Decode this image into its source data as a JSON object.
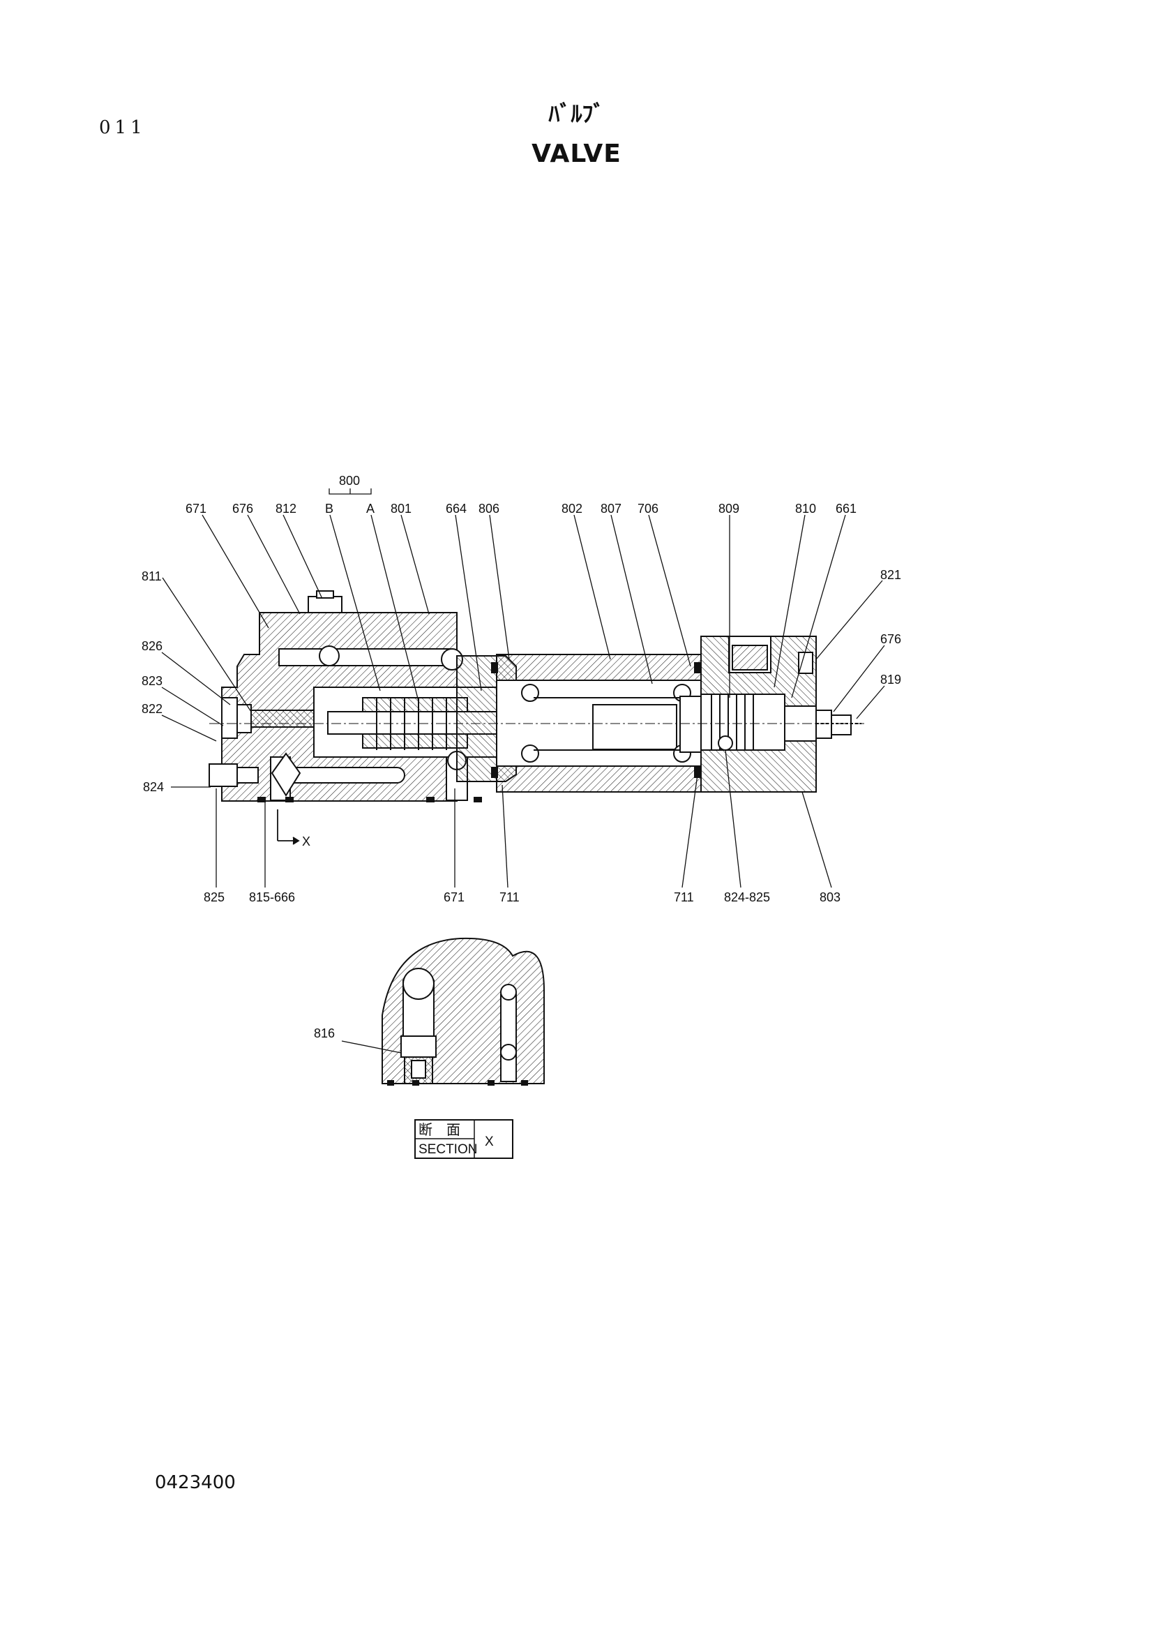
{
  "page_number": "011",
  "title_jp": "ﾊﾞﾙﾌﾞ",
  "title_en": "VALVE",
  "doc_code": "0423400",
  "part_labels": {
    "p800": "800",
    "portB": "B",
    "portA": "A",
    "p671a": "671",
    "p676a": "676",
    "p812": "812",
    "p801": "801",
    "p664": "664",
    "p806": "806",
    "p802": "802",
    "p807": "807",
    "p706": "706",
    "p809": "809",
    "p810": "810",
    "p661": "661",
    "p811": "811",
    "p821": "821",
    "p826": "826",
    "p676b": "676",
    "p823": "823",
    "p819": "819",
    "p822": "822",
    "p824": "824",
    "x": "X",
    "p825": "825",
    "p815_666": "815-666",
    "p671b": "671",
    "p711a": "711",
    "p711b": "711",
    "p824_825": "824-825",
    "p803": "803",
    "p816": "816"
  },
  "section_box": {
    "jp": "断　面",
    "en": "SECTION",
    "mark": "X"
  }
}
